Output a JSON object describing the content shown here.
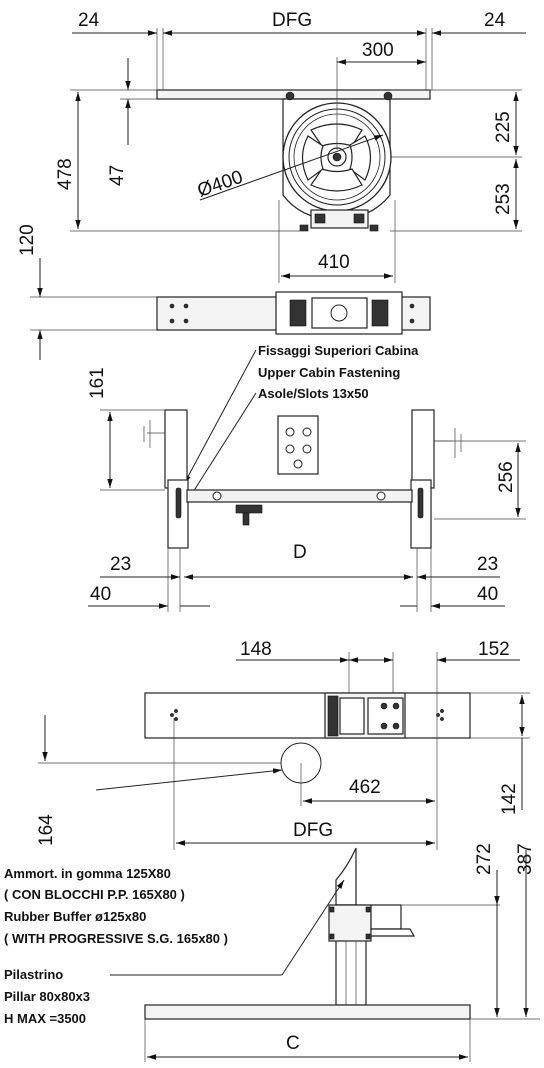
{
  "top_view": {
    "dim_left_flange": "24",
    "dim_dfg": "DFG",
    "dim_right_flange": "24",
    "dim_300": "300",
    "dim_478": "478",
    "dim_47": "47",
    "dim_diameter": "Ø400",
    "dim_225": "225",
    "dim_253": "253",
    "dim_410": "410",
    "dim_120": "120"
  },
  "front_view": {
    "note_fastening_it": "Fissaggi Superiori Cabina",
    "note_fastening_en": "Upper Cabin Fastening",
    "note_slots": "Asole/Slots 13x50",
    "dim_161": "161",
    "dim_256": "256",
    "dim_23_left": "23",
    "dim_d": "D",
    "dim_23_right": "23",
    "dim_40_left": "40",
    "dim_40_right": "40"
  },
  "pit_view": {
    "dim_148": "148",
    "dim_152": "152",
    "dim_462": "462",
    "dim_142": "142",
    "dim_164": "164",
    "dim_dfg": "DFG",
    "dim_272": "272",
    "dim_387": "387",
    "dim_c": "C",
    "buffer_it_1": "Ammort. in gomma 125X80",
    "buffer_it_2": "( CON BLOCCHI P.P. 165X80 )",
    "buffer_en_1": "Rubber Buffer ø125x80",
    "buffer_en_2": "( WITH PROGRESSIVE S.G. 165x80 )",
    "pillar_it": "Pilastrino",
    "pillar_en": "Pillar 80x80x3",
    "pillar_hmax": "H MAX =3500"
  }
}
